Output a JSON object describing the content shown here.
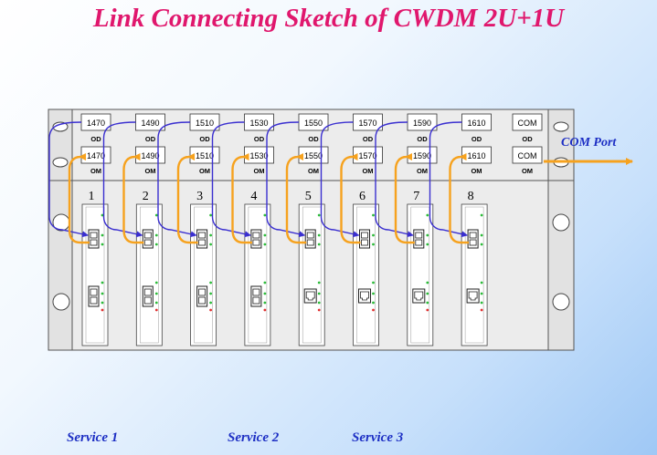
{
  "title": "Link Connecting Sketch of CWDM 2U+1U",
  "com_port_label": "COM Port",
  "modules": [
    {
      "wavelength": "1470",
      "od": "OD",
      "om_value": "1470",
      "om": "OM"
    },
    {
      "wavelength": "1490",
      "od": "OD",
      "om_value": "1490",
      "om": "OM"
    },
    {
      "wavelength": "1510",
      "od": "OD",
      "om_value": "1510",
      "om": "OM"
    },
    {
      "wavelength": "1530",
      "od": "OD",
      "om_value": "1530",
      "om": "OM"
    },
    {
      "wavelength": "1550",
      "od": "OD",
      "om_value": "1550",
      "om": "OM"
    },
    {
      "wavelength": "1570",
      "od": "OD",
      "om_value": "1570",
      "om": "OM"
    },
    {
      "wavelength": "1590",
      "od": "OD",
      "om_value": "1590",
      "om": "OM"
    },
    {
      "wavelength": "1610",
      "od": "OD",
      "om_value": "1610",
      "om": "OM"
    }
  ],
  "com_module": {
    "top": "COM",
    "od": "OD",
    "bottom": "COM",
    "om": "OM"
  },
  "slots": [
    "1",
    "2",
    "3",
    "4",
    "5",
    "6",
    "7",
    "8"
  ],
  "cards": [
    {
      "port_type": "optical"
    },
    {
      "port_type": "optical"
    },
    {
      "port_type": "optical"
    },
    {
      "port_type": "optical"
    },
    {
      "port_type": "rj45"
    },
    {
      "port_type": "rj45"
    },
    {
      "port_type": "rj45"
    },
    {
      "port_type": "rj45"
    }
  ],
  "services": [
    "Service 1",
    "Service 2",
    "Service 3"
  ],
  "colors": {
    "title": "#e0176d",
    "blue_fiber": "#3a2fd0",
    "orange_fiber": "#f6a21e",
    "service_text": "#1d2fc4",
    "led": "#2dbb3a",
    "led_red": "#e03030"
  }
}
